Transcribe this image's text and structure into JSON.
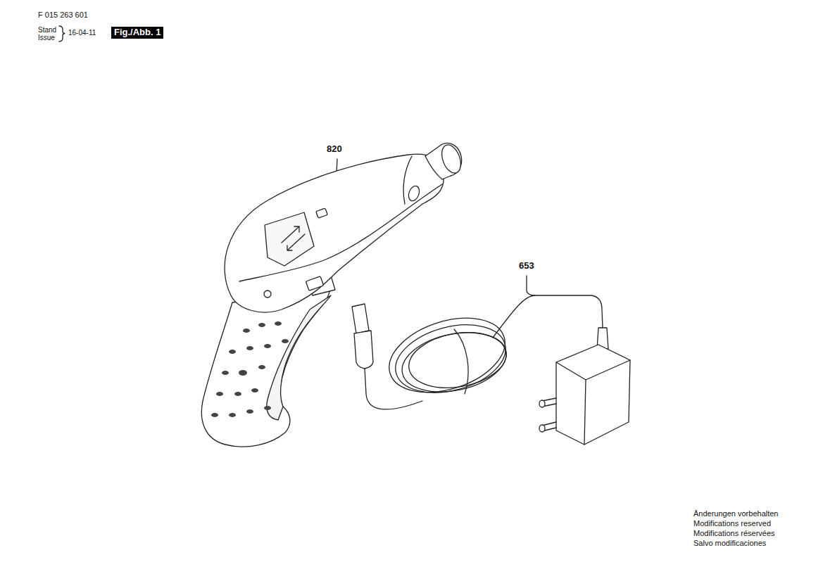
{
  "diagram": {
    "labels": [
      "F 015 263 601",
      "Stand",
      "Issue",
      "16-04-11",
      "Fig./Abb. 1",
      "820",
      "653",
      "Änderungen vorbehalten",
      "Modifications reserved",
      "Modifications réservées",
      "Salvo modificaciones"
    ]
  }
}
